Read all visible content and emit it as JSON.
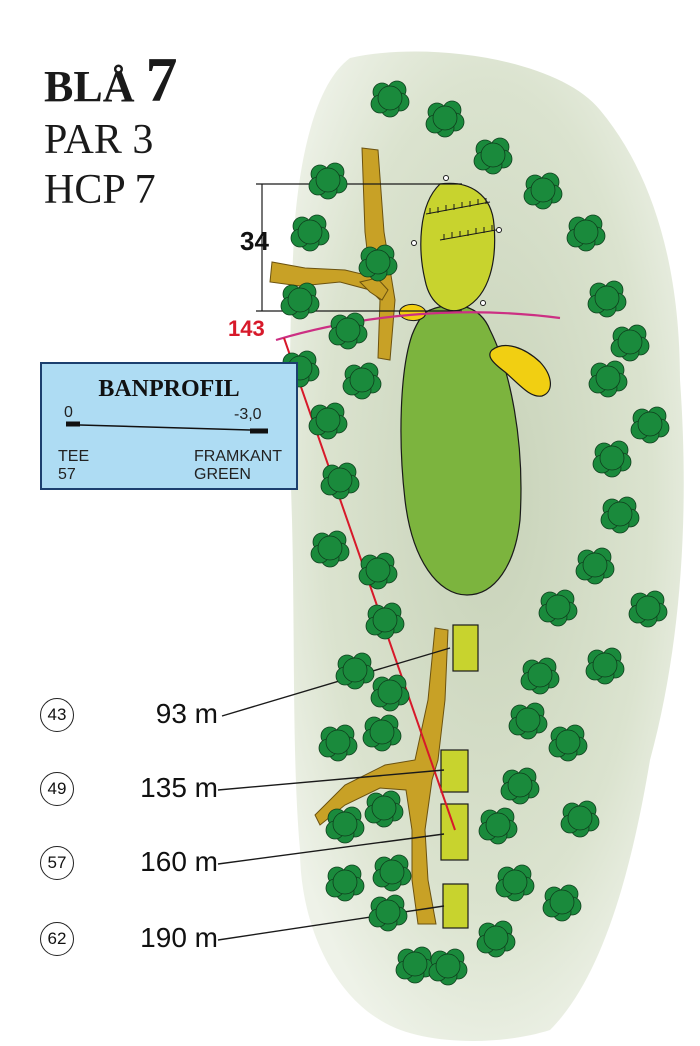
{
  "hole": {
    "name": "BLÅ",
    "number": "7",
    "par_text": "PAR 3",
    "hcp_text": "HCP 7"
  },
  "green_depth_label": "34",
  "hole_length_label": "143",
  "profile": {
    "title": "BANPROFIL",
    "start_value": "0",
    "end_value": "-3,0",
    "tee_label": "TEE",
    "tee_number": "57",
    "end_label_1": "FRAMKANT",
    "end_label_2": "GREEN"
  },
  "tees": [
    {
      "id": "43",
      "distance": "93 m"
    },
    {
      "id": "49",
      "distance": "135 m"
    },
    {
      "id": "57",
      "distance": "160 m"
    },
    {
      "id": "62",
      "distance": "190 m"
    }
  ],
  "colors": {
    "rough": "#dbe3cf",
    "fairway": "#7cb43e",
    "green": "#c8d32e",
    "tree": "#1a8a3c",
    "path": "#c8a126",
    "bunker": "#f1cf12",
    "distance_line": "#d7192a",
    "front_line": "#cc2f83",
    "profile_bg": "#aedcf3"
  },
  "icons": [
    "tree-icon",
    "flag-icon"
  ]
}
